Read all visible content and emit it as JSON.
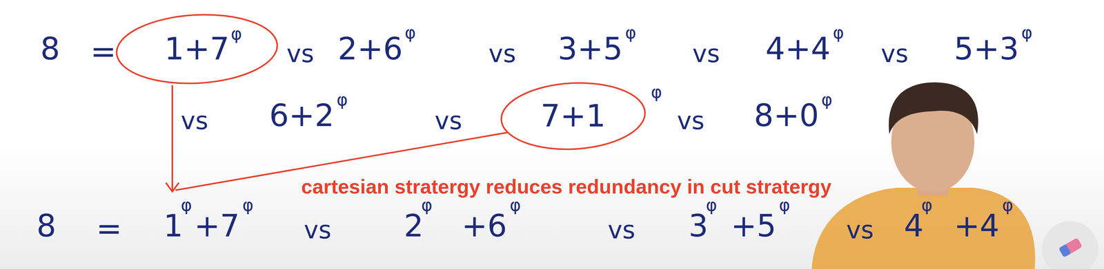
{
  "diagram": {
    "nodes": [
      {
        "text": [
          "1+7"
        ]
      },
      {
        "text": [
          "7+1"
        ]
      }
    ],
    "labels": [
      "8",
      "=",
      "φ",
      "vs",
      "2+6",
      "φ",
      "vs",
      "3+5",
      "φ",
      "vs",
      "4+4",
      "φ",
      "vs",
      "5+3",
      "φ",
      "vs",
      "6+2",
      "φ",
      "vs",
      "φ",
      "vs",
      "8+0",
      "φ",
      "cartesian stratergy reduces redundancy in cut stratergy",
      "8",
      "=",
      "1",
      "φ",
      "+7",
      "φ",
      "vs",
      "2",
      "φ",
      "+6",
      "φ",
      "vs",
      "3",
      "φ",
      "+5",
      "φ",
      "vs",
      "4",
      "φ",
      "+4",
      "φ"
    ]
  }
}
